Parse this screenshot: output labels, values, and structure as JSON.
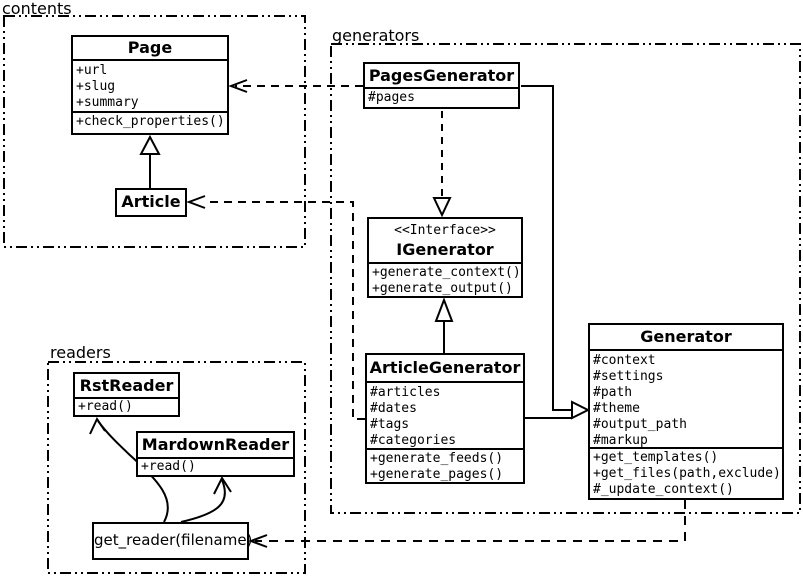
{
  "colors": {
    "line": "#000000",
    "background": "#ffffff",
    "box_fill": "#ffffff"
  },
  "packages": {
    "contents": {
      "label": "contents"
    },
    "generators": {
      "label": "generators"
    },
    "readers": {
      "label": "readers"
    }
  },
  "classes": {
    "page": {
      "title": "Page",
      "attributes": [
        "+url",
        "+slug",
        "+summary"
      ],
      "methods": [
        "+check_properties()"
      ]
    },
    "article": {
      "title": "Article",
      "attributes": [],
      "methods": []
    },
    "pages_generator": {
      "title": "PagesGenerator",
      "attributes": [
        "#pages"
      ],
      "methods": []
    },
    "igenerator": {
      "stereotype": "<<Interface>>",
      "title": "IGenerator",
      "attributes": [],
      "methods": [
        "+generate_context()",
        "+generate_output()"
      ]
    },
    "article_generator": {
      "title": "ArticleGenerator",
      "attributes": [
        "#articles",
        "#dates",
        "#tags",
        "#categories"
      ],
      "methods": [
        "+generate_feeds()",
        "+generate_pages()"
      ]
    },
    "generator": {
      "title": "Generator",
      "attributes": [
        "#context",
        "#settings",
        "#path",
        "#theme",
        "#output_path",
        "#markup"
      ],
      "methods": [
        "+get_templates()",
        "+get_files(path,exclude)",
        "#_update_context()"
      ]
    },
    "rst_reader": {
      "title": "RstReader",
      "attributes": [],
      "methods": [
        "+read()"
      ]
    },
    "markdown_reader": {
      "title": "MardownReader",
      "attributes": [],
      "methods": [
        "+read()"
      ]
    },
    "get_reader": {
      "title": "get_reader(filename)",
      "attributes": [],
      "methods": []
    }
  },
  "relationships": [
    {
      "type": "inheritance",
      "from": "Article",
      "to": "Page"
    },
    {
      "type": "dependency",
      "from": "PagesGenerator",
      "to": "Page"
    },
    {
      "type": "dependency",
      "from": "ArticleGenerator",
      "to": "Article"
    },
    {
      "type": "realization",
      "from": "PagesGenerator",
      "to": "IGenerator"
    },
    {
      "type": "inheritance",
      "from": "ArticleGenerator",
      "to": "IGenerator"
    },
    {
      "type": "inheritance",
      "from": "PagesGenerator",
      "to": "Generator"
    },
    {
      "type": "inheritance",
      "from": "ArticleGenerator",
      "to": "Generator"
    },
    {
      "type": "dependency",
      "from": "Generator",
      "to": "get_reader(filename)"
    },
    {
      "type": "association",
      "from": "get_reader(filename)",
      "to": "RstReader"
    },
    {
      "type": "association",
      "from": "get_reader(filename)",
      "to": "MardownReader"
    }
  ]
}
